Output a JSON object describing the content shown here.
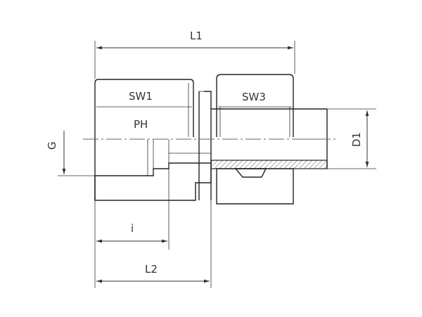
{
  "labels": {
    "l1": "L1",
    "sw1": "SW1",
    "sw3": "SW3",
    "ph": "PH",
    "g": "G",
    "d1": "D1",
    "i": "i",
    "l2": "L2"
  },
  "colors": {
    "line": "#222222",
    "background": "#ffffff"
  }
}
